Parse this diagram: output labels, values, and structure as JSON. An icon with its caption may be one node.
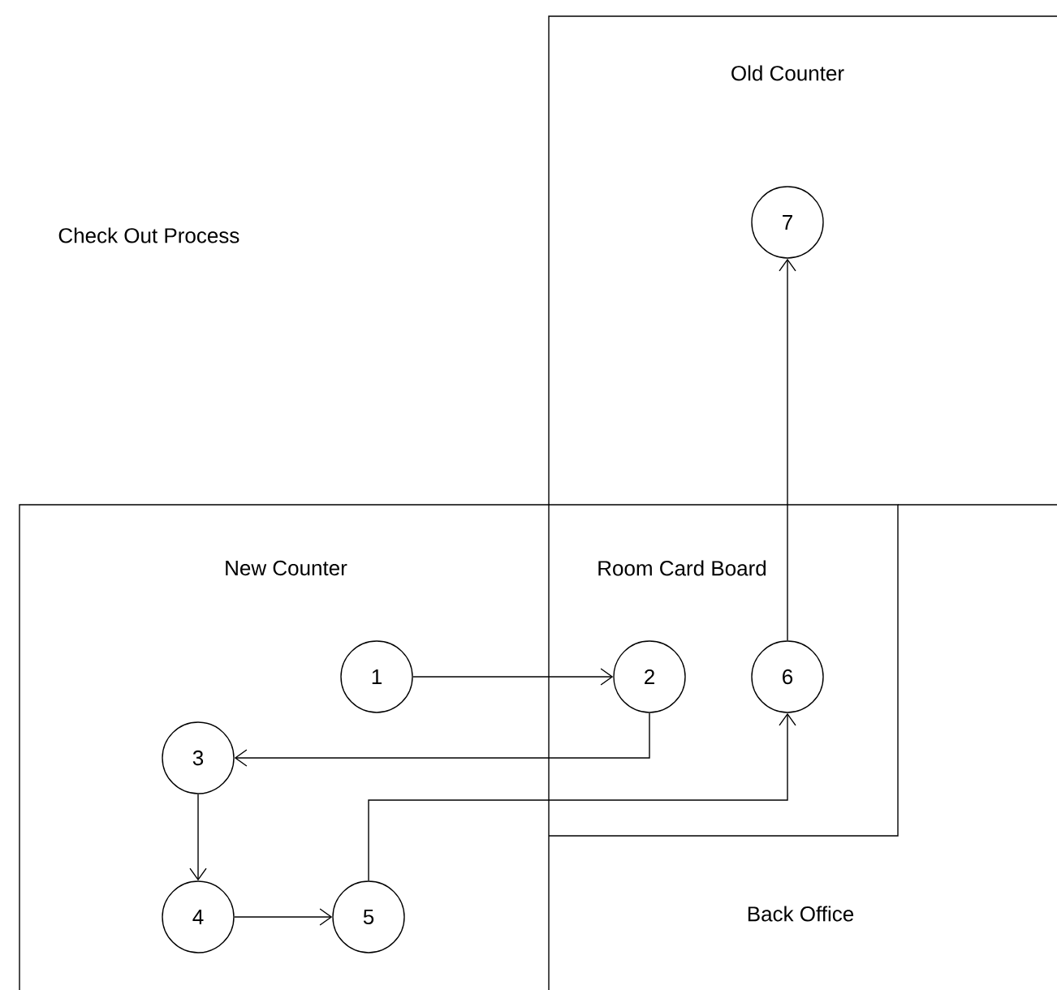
{
  "diagram": {
    "title": "Check Out Process",
    "nodes": [
      {
        "text": [
          "Old Counter"
        ]
      },
      {
        "text": [
          "7"
        ],
        "in": 0
      },
      {
        "text": [
          "New Counter"
        ]
      },
      {
        "text": [
          "Room Card Board"
        ]
      },
      {
        "text": [
          "1"
        ],
        "in": 2
      },
      {
        "text": [
          "2"
        ],
        "in": 3
      },
      {
        "text": [
          "6"
        ],
        "in": 3
      },
      {
        "text": [
          "3"
        ],
        "in": 2
      },
      {
        "text": [
          "4"
        ],
        "in": 2
      },
      {
        "text": [
          "5"
        ],
        "in": 2
      },
      {
        "text": [
          "Back Office"
        ]
      }
    ],
    "edges": [
      {
        "from": 4,
        "to": 5,
        "arrow": "to"
      },
      {
        "from": 5,
        "to": 7,
        "arrow": "to"
      },
      {
        "from": 7,
        "to": 8,
        "arrow": "to"
      },
      {
        "from": 8,
        "to": 9,
        "arrow": "to"
      },
      {
        "from": 9,
        "to": 6,
        "arrow": "to"
      },
      {
        "from": 6,
        "to": 1,
        "arrow": "to"
      }
    ]
  }
}
